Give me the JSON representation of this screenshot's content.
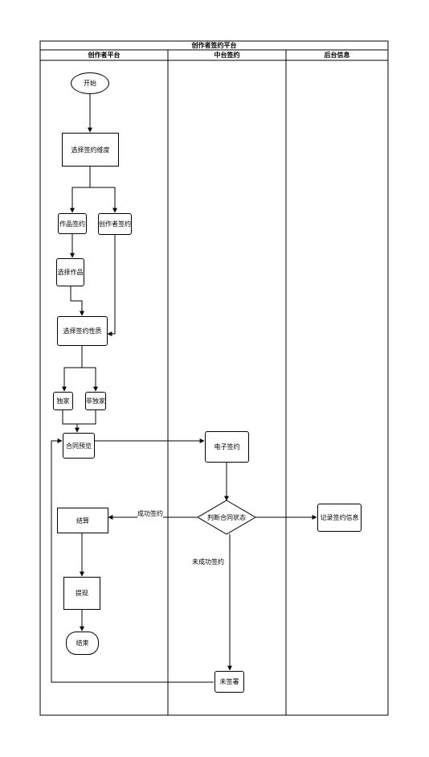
{
  "diagram": {
    "title": "创作者签约平台",
    "lanes": [
      {
        "id": "creator",
        "label": "创作者平台"
      },
      {
        "id": "middle",
        "label": "中台签约"
      },
      {
        "id": "backend",
        "label": "后台信息"
      }
    ],
    "nodes": [
      {
        "id": "start",
        "label": "开始",
        "shape": "oval"
      },
      {
        "id": "dimension",
        "label": "选择签约维度",
        "shape": "rect"
      },
      {
        "id": "work_sign",
        "label": "作品签约",
        "shape": "rect"
      },
      {
        "id": "creator_sign",
        "label": "创作者签约",
        "shape": "rect"
      },
      {
        "id": "select_work",
        "label": "选择作品",
        "shape": "rect"
      },
      {
        "id": "nature",
        "label": "选择签约性质",
        "shape": "rect"
      },
      {
        "id": "exclusive",
        "label": "独家",
        "shape": "rect"
      },
      {
        "id": "non_exclusive",
        "label": "非独家",
        "shape": "rect"
      },
      {
        "id": "preview",
        "label": "合同预览",
        "shape": "rect"
      },
      {
        "id": "esign",
        "label": "电子签约",
        "shape": "rect"
      },
      {
        "id": "judge",
        "label": "判断合同状态",
        "shape": "diamond"
      },
      {
        "id": "record",
        "label": "记录签约信息",
        "shape": "rect"
      },
      {
        "id": "settle",
        "label": "结算",
        "shape": "rect"
      },
      {
        "id": "withdraw",
        "label": "提现",
        "shape": "rect"
      },
      {
        "id": "end",
        "label": "结束",
        "shape": "terminal"
      },
      {
        "id": "unsigned",
        "label": "未签署",
        "shape": "rect"
      }
    ],
    "edge_labels": {
      "success": "成功签约",
      "failure": "未成功签约"
    }
  }
}
